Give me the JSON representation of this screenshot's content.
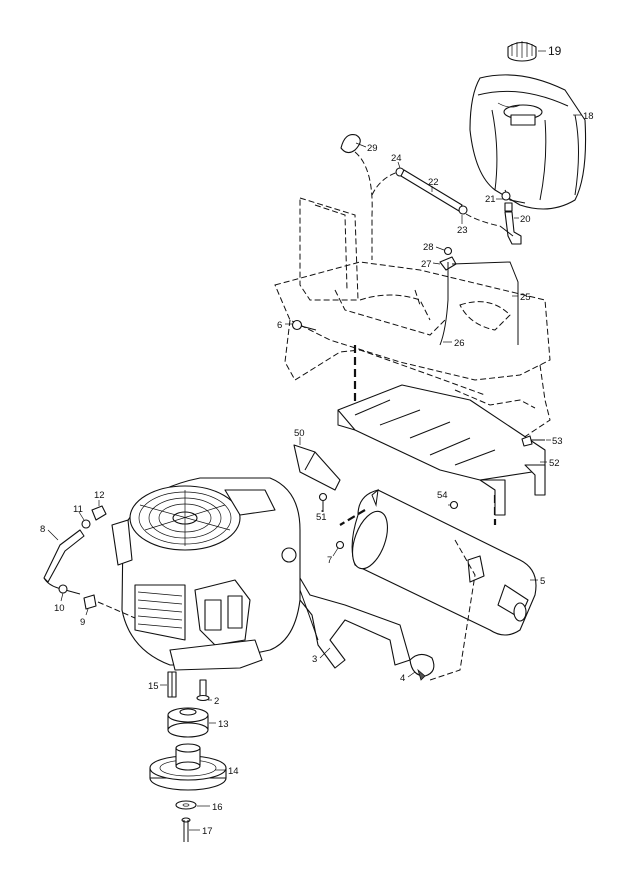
{
  "callouts": [
    {
      "id": "c1",
      "label": "19"
    },
    {
      "id": "c2",
      "label": "18"
    },
    {
      "id": "c3",
      "label": "29"
    },
    {
      "id": "c4",
      "label": "24"
    },
    {
      "id": "c5",
      "label": "22"
    },
    {
      "id": "c6",
      "label": "21"
    },
    {
      "id": "c7",
      "label": "20"
    },
    {
      "id": "c8",
      "label": "23"
    },
    {
      "id": "c9",
      "label": "28"
    },
    {
      "id": "c10",
      "label": "27"
    },
    {
      "id": "c11",
      "label": "25"
    },
    {
      "id": "c12",
      "label": "6"
    },
    {
      "id": "c13",
      "label": "26"
    },
    {
      "id": "c14",
      "label": "50"
    },
    {
      "id": "c15",
      "label": "53"
    },
    {
      "id": "c16",
      "label": "52"
    },
    {
      "id": "c17",
      "label": "12"
    },
    {
      "id": "c18",
      "label": "11"
    },
    {
      "id": "c19",
      "label": "8"
    },
    {
      "id": "c20",
      "label": "51"
    },
    {
      "id": "c21",
      "label": "54"
    },
    {
      "id": "c22",
      "label": "7"
    },
    {
      "id": "c23",
      "label": "5"
    },
    {
      "id": "c24",
      "label": "10"
    },
    {
      "id": "c25",
      "label": "9"
    },
    {
      "id": "c26",
      "label": "3"
    },
    {
      "id": "c27",
      "label": "4"
    },
    {
      "id": "c28",
      "label": "15"
    },
    {
      "id": "c29",
      "label": "2"
    },
    {
      "id": "c30",
      "label": "13"
    },
    {
      "id": "c31",
      "label": "14"
    },
    {
      "id": "c32",
      "label": "16"
    },
    {
      "id": "c33",
      "label": "17"
    }
  ]
}
